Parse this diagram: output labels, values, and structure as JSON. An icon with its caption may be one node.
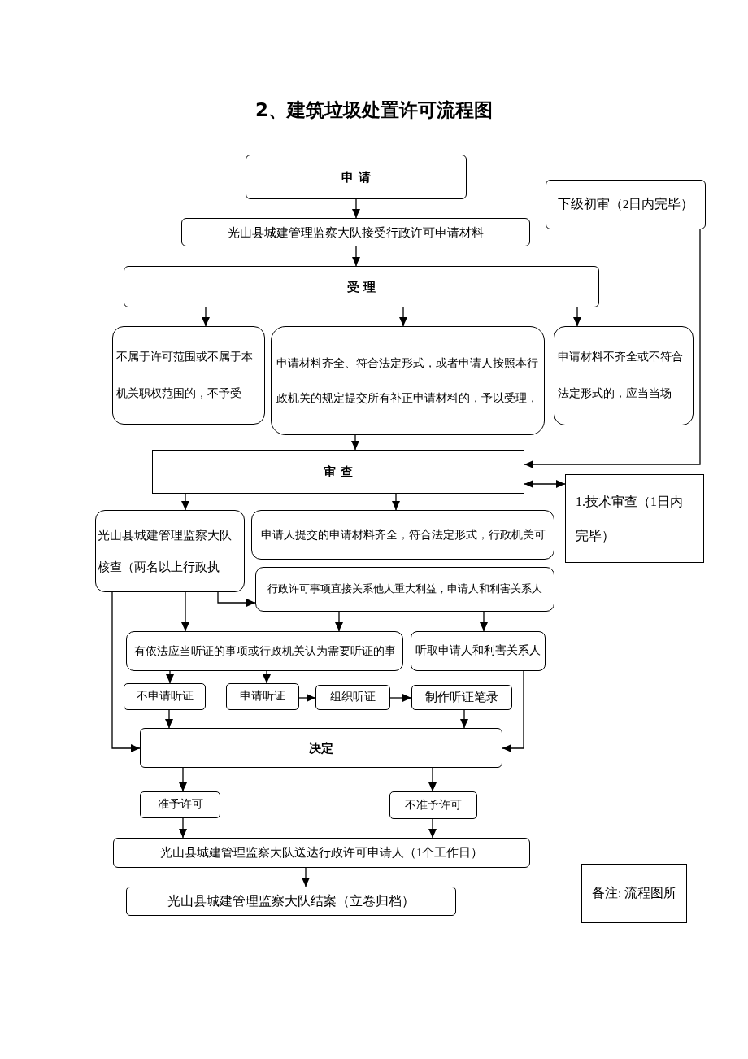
{
  "diagram": {
    "title": "2、建筑垃圾处置许可流程图",
    "nodes": [
      {
        "text": [
          "申 请"
        ]
      },
      {
        "text": [
          "光山县城建管理监察大队接受行政许可申请材料"
        ]
      },
      {
        "text": [
          "受 理"
        ]
      },
      {
        "text": [
          "下级初审（2日内完毕）"
        ]
      },
      {
        "text": [
          "不属于许可范围或不属于本机关职权范围的，不予受"
        ]
      },
      {
        "text": [
          "申请材料齐全、符合法定形式，或者申请人按照本行政机关的规定提交所有补正申请材料的，予以受理，"
        ]
      },
      {
        "text": [
          "申请材料不齐全或不符合法定形式的，应当当场"
        ]
      },
      {
        "text": [
          "审 查"
        ]
      },
      {
        "text": [
          "1.技术审查（1日内完毕）"
        ]
      },
      {
        "text": [
          "光山县城建管理监察大队核查（两名以上行政执"
        ]
      },
      {
        "text": [
          "申请人提交的申请材料齐全，符合法定形式，行政机关可"
        ]
      },
      {
        "text": [
          "行政许可事项直接关系他人重大利益，申请人和利害关系人"
        ]
      },
      {
        "text": [
          "有依法应当听证的事项或行政机关认为需要听证的事"
        ]
      },
      {
        "text": [
          "听取申请人和利害关系人"
        ]
      },
      {
        "text": [
          "不申请听证"
        ]
      },
      {
        "text": [
          "申请听证"
        ]
      },
      {
        "text": [
          "组织听证"
        ]
      },
      {
        "text": [
          "制作听证笔录"
        ]
      },
      {
        "text": [
          "决定"
        ]
      },
      {
        "text": [
          "准予许可"
        ]
      },
      {
        "text": [
          "不准予许可"
        ]
      },
      {
        "text": [
          "光山县城建管理监察大队送达行政许可申请人（1个工作日）"
        ]
      },
      {
        "text": [
          "光山县城建管理监察大队结案（立卷归档）"
        ]
      },
      {
        "text": [
          "备注: 流程图所"
        ]
      }
    ],
    "edges": [
      {
        "from": 0,
        "to": 1,
        "arrow": "to"
      },
      {
        "from": 1,
        "to": 2,
        "arrow": "to"
      },
      {
        "from": 2,
        "to": 4,
        "arrow": "to"
      },
      {
        "from": 2,
        "to": 5,
        "arrow": "to"
      },
      {
        "from": 2,
        "to": 6,
        "arrow": "to"
      },
      {
        "from": 3,
        "to": 7,
        "arrow": "to"
      },
      {
        "from": 5,
        "to": 7,
        "arrow": "to"
      },
      {
        "from": 7,
        "to": 8,
        "arrow": "both"
      },
      {
        "from": 7,
        "to": 9,
        "arrow": "to"
      },
      {
        "from": 7,
        "to": 10,
        "arrow": "to"
      },
      {
        "from": 9,
        "to": 11,
        "arrow": "to"
      },
      {
        "from": 9,
        "to": 12,
        "arrow": "to"
      },
      {
        "from": 9,
        "to": 18,
        "arrow": "to"
      },
      {
        "from": 11,
        "to": 12,
        "arrow": "to"
      },
      {
        "from": 11,
        "to": 13,
        "arrow": "to"
      },
      {
        "from": 12,
        "to": 14,
        "arrow": "to"
      },
      {
        "from": 12,
        "to": 15,
        "arrow": "to"
      },
      {
        "from": 15,
        "to": 16,
        "arrow": "to"
      },
      {
        "from": 16,
        "to": 17,
        "arrow": "to"
      },
      {
        "from": 14,
        "to": 18,
        "arrow": "to"
      },
      {
        "from": 17,
        "to": 18,
        "arrow": "to"
      },
      {
        "from": 13,
        "to": 18,
        "arrow": "to"
      },
      {
        "from": 18,
        "to": 19,
        "arrow": "to"
      },
      {
        "from": 18,
        "to": 20,
        "arrow": "to"
      },
      {
        "from": 19,
        "to": 21,
        "arrow": "to"
      },
      {
        "from": 20,
        "to": 21,
        "arrow": "to"
      },
      {
        "from": 21,
        "to": 22,
        "arrow": "to"
      }
    ]
  }
}
